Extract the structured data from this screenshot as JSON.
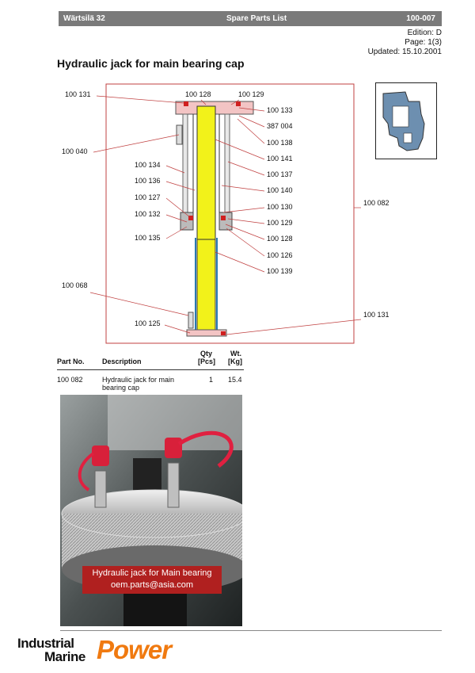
{
  "header": {
    "engine": "Wärtsilä 32",
    "section": "Spare Parts List",
    "doc_number": "100-007"
  },
  "meta": {
    "edition": "Edition: D",
    "page": "Page: 1(3)",
    "updated": "Updated: 15.10.2001"
  },
  "title": "Hydraulic jack for main bearing cap",
  "drawing_labels": {
    "l100131_top": "100 131",
    "l100128_top": "100 128",
    "l100129_top": "100 129",
    "l100133": "100 133",
    "l387004": "387 004",
    "l100138": "100 138",
    "l100040": "100 040",
    "l100141": "100 141",
    "l100134": "100 134",
    "l100137": "100 137",
    "l100136": "100 136",
    "l100140": "100 140",
    "l100127": "100 127",
    "l100130": "100 130",
    "l100082": "100 082",
    "l100132": "100 132",
    "l100129_b": "100 129",
    "l100135": "100 135",
    "l100128_b": "100 128",
    "l100126": "100 126",
    "l100139": "100 139",
    "l100068": "100 068",
    "l100131_bot": "100 131",
    "l100125": "100 125"
  },
  "table": {
    "headers": {
      "part_no": "Part No.",
      "description": "Description",
      "qty_1": "Qty",
      "qty_2": "[Pcs]",
      "wt_1": "Wt.",
      "wt_2": "[Kg]"
    },
    "rows": [
      {
        "part_no": "100 082",
        "description_1": "Hydraulic jack for main",
        "description_2": "bearing cap",
        "qty": "1",
        "wt": "15.4"
      }
    ]
  },
  "photo": {
    "caption_1": "Hydraulic jack for Main bearing",
    "caption_2": "oem.parts@asia.com"
  },
  "logo": {
    "line1": "Industrial",
    "line2": "Marine",
    "word": "Power"
  },
  "colors": {
    "header_bar": "#7a7a7a",
    "drawing_border": "#c04040",
    "piston_yellow": "#f2f21a",
    "caption_red": "#b0201f",
    "logo_orange": "#f07a10"
  }
}
